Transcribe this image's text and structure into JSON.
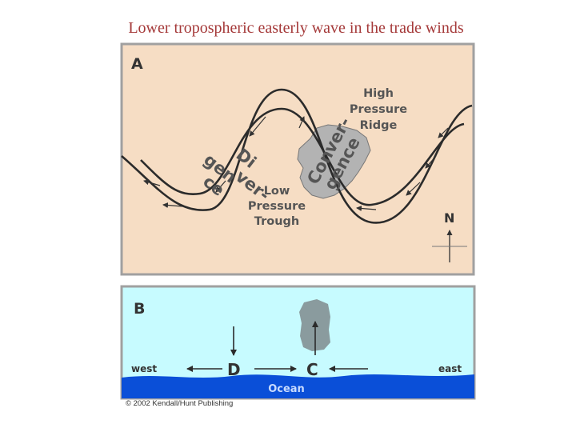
{
  "title": "Lower tropospheric easterly wave in the trade winds",
  "panel_a": {
    "panel_label": "A",
    "divergence_syllables": [
      "Di",
      "ver-",
      "gen",
      "ce"
    ],
    "convergence_syllables": [
      "Con",
      "ver-",
      "gen",
      "ce"
    ],
    "ridge_label": [
      "High",
      "Pressure",
      "Ridge"
    ],
    "trough_label": [
      "Low",
      "Pressure",
      "Trough"
    ],
    "north_label": "N",
    "colors": {
      "background": "#f6ddc4",
      "border": "#a0a0a0",
      "wave": "#2b2b2b",
      "cloud": "#b3b3b3"
    }
  },
  "panel_b": {
    "panel_label": "B",
    "west_label": "west",
    "east_label": "east",
    "divergence_label": "D",
    "convergence_label": "C",
    "ocean_label": "Ocean",
    "colors": {
      "sky": "#c7fbff",
      "ocean": "#0a4fd8",
      "cloud": "#8a9b9e"
    }
  },
  "copyright": "© 2002 Kendall/Hunt Publishing"
}
